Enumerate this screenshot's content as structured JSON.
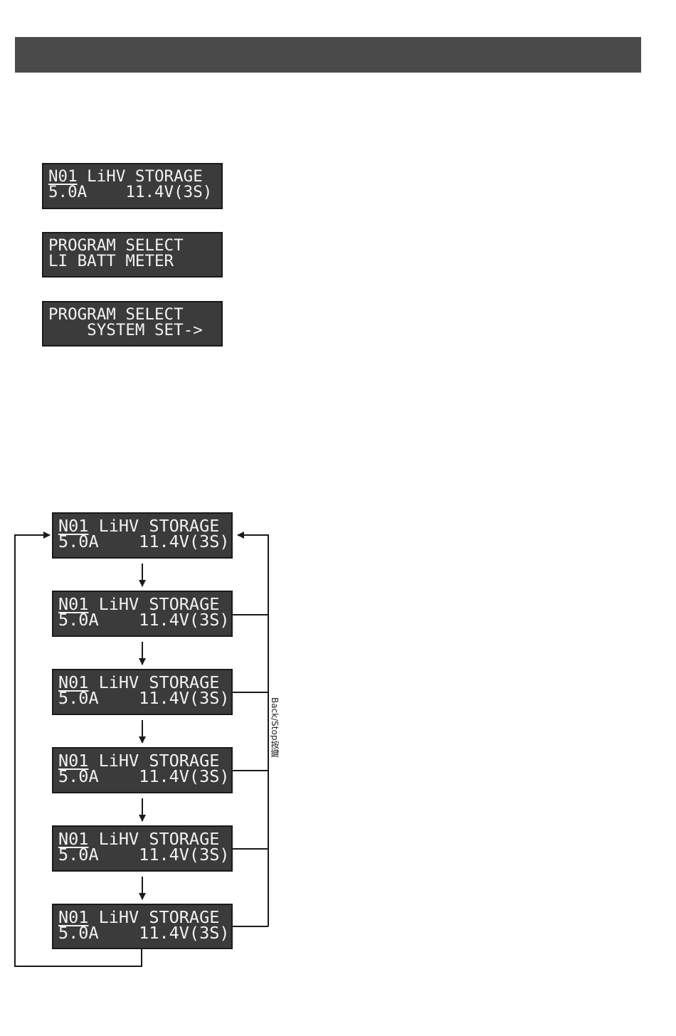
{
  "top_screens": [
    {
      "line1_prefix": "N01",
      "line1_rest": " LiHV STORAGE",
      "line2": "5.0A    11.4V(3S)"
    },
    {
      "line1_prefix": "",
      "line1_rest": "PROGRAM SELECT",
      "line2": "LI BATT METER"
    },
    {
      "line1_prefix": "",
      "line1_rest": "PROGRAM SELECT",
      "line2": "    SYSTEM SET->"
    }
  ],
  "flow_screens": [
    {
      "line1_prefix": "N01",
      "line1_rest": " LiHV STORAGE",
      "line2": "5.0A    11.4V(3S)"
    },
    {
      "line1_prefix": "N01",
      "line1_rest": " LiHV STORAGE",
      "line2": "5.0A    11.4V(3S)"
    },
    {
      "line1_prefix": "N01",
      "line1_rest": " LiHV STORAGE",
      "line2": "5.0A    11.4V(3S)"
    },
    {
      "line1_prefix": "N01",
      "line1_rest": " LiHV STORAGE",
      "line2": "5.0A    11.4V(3S)"
    },
    {
      "line1_prefix": "N01",
      "line1_rest": " LiHV STORAGE",
      "line2": "5.0A    11.4V(3S)"
    },
    {
      "line1_prefix": "N01",
      "line1_rest": " LiHV STORAGE",
      "line2": "5.0A    11.4V(3S)"
    }
  ],
  "back_stop_label": "Back/Stop按鍵",
  "colors": {
    "header": "#4a4a4a",
    "lcd_bg": "#3b3b3b",
    "lcd_text": "#f2f2f2",
    "line": "#1a1a1a"
  }
}
